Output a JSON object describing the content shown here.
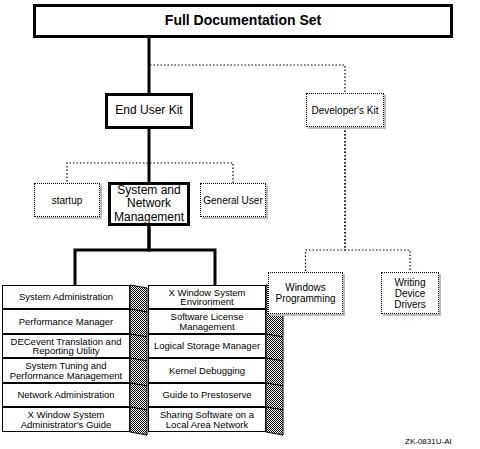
{
  "diagram": {
    "nodes": [
      {
        "text": [
          "Full Documentation Set"
        ]
      },
      {
        "text": [
          "End User Kit"
        ]
      },
      {
        "text": [
          "Developer's Kit"
        ]
      },
      {
        "text": [
          "startup"
        ]
      },
      {
        "text": [
          "System and Network Management"
        ]
      },
      {
        "text": [
          "General User"
        ]
      },
      {
        "text": [
          "Windows Programming"
        ]
      },
      {
        "text": [
          "Writing Device Drivers"
        ]
      },
      {
        "text": [
          "System Administration"
        ]
      },
      {
        "text": [
          "Performance Manager"
        ]
      },
      {
        "text": [
          "DECevent Translation and Reporting Utility"
        ]
      },
      {
        "text": [
          "System Tuning and Performance Management"
        ]
      },
      {
        "text": [
          "Network Administration"
        ]
      },
      {
        "text": [
          "X Window System Administrator's Guide"
        ]
      },
      {
        "text": [
          "X Window System Environment"
        ]
      },
      {
        "text": [
          "Software License Management"
        ]
      },
      {
        "text": [
          "Logical Storage Manager"
        ]
      },
      {
        "text": [
          "Kernel Debugging"
        ]
      },
      {
        "text": [
          "Guide to Prestoserve"
        ]
      },
      {
        "text": [
          "Sharing Software on a Local Area Network"
        ]
      }
    ],
    "edges": [
      {
        "from": 0,
        "to": 1,
        "arrow": "none"
      },
      {
        "from": 0,
        "to": 2,
        "arrow": "none"
      },
      {
        "from": 1,
        "to": 3,
        "arrow": "none"
      },
      {
        "from": 1,
        "to": 4,
        "arrow": "none"
      },
      {
        "from": 1,
        "to": 5,
        "arrow": "none"
      },
      {
        "from": 2,
        "to": 6,
        "arrow": "none"
      },
      {
        "from": 2,
        "to": 7,
        "arrow": "none"
      },
      {
        "from": 4,
        "to": 8,
        "arrow": "none"
      },
      {
        "from": 4,
        "to": 14,
        "arrow": "none"
      }
    ],
    "labels": [
      "ZK-0831U-AI"
    ]
  }
}
